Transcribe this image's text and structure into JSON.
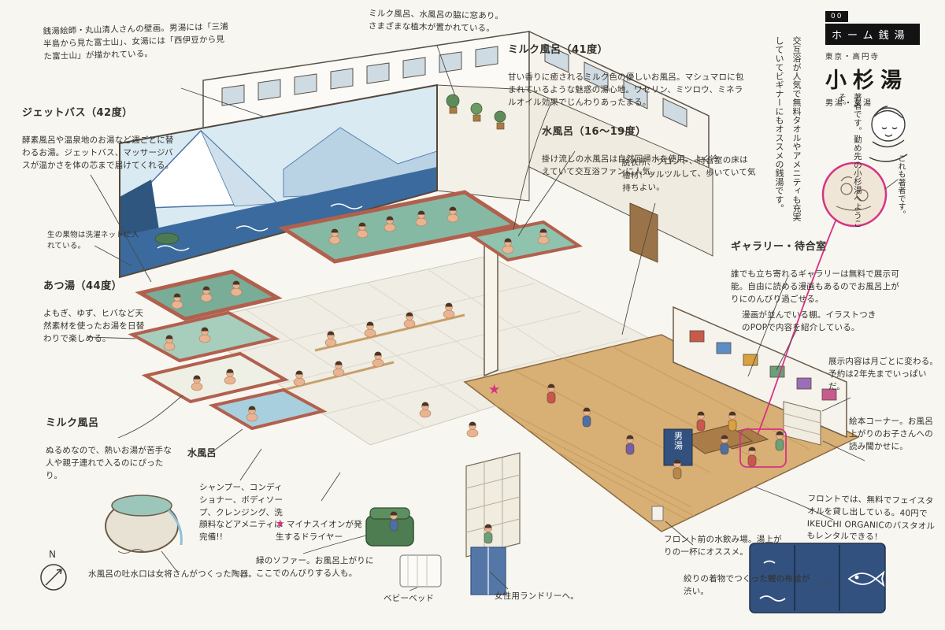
{
  "header": {
    "issue_number": "00",
    "series": "ホーム銭湯",
    "location": "東京・高円寺",
    "title": "小杉湯",
    "subtitle": "男湯・女湯"
  },
  "compass": {
    "label": "N"
  },
  "signs": {
    "bath_entrance": "男湯"
  },
  "stars": {
    "star": "★"
  },
  "colors": {
    "accent_magenta": "#d63384",
    "noren_navy": "#32517e",
    "pool_rim_terracotta": "#b2604e",
    "wood_floor": "#d8af74"
  },
  "annotations": {
    "mural": "銭湯絵師・丸山清人さんの壁画。男湯には「三浦半島から見た富士山」、女湯には「西伊豆から見た富士山」が描かれている。",
    "jet_bath": {
      "title": "ジェットバス（42度）",
      "body": "酵素風呂や温泉地のお湯など週ごとに替わるお湯。ジェットバス、マッサージバスが温かさを体の芯まで届けてくれる。"
    },
    "fruit_net": "生の果物は洗濯ネットに入れている。",
    "atsuyu": {
      "title": "あつ湯（44度）",
      "body": "よもぎ、ゆず、ヒバなど天然素材を使ったお湯を日替わりで楽しめる。"
    },
    "milk_left": {
      "title": "ミルク風呂",
      "body": "ぬるめなので、熱いお湯が苦手な人や親子連れで入るのにぴったり。"
    },
    "cold_label": "水風呂",
    "spout": "水風呂の吐水口は女将さんがつくった陶器。",
    "amenities": "シャンプー、コンディショナー、ボディソープ、クレンジング、洗顔料などアメニティは完備!!",
    "dryer": "マイナスイオンが発生するドライヤー",
    "sofa": "緑のソファー。お風呂上がりにここでのんびりする人も。",
    "baby_bed": "ベビーベッド",
    "laundry": "女性用ランドリーへ。",
    "windows": "ミルク風呂、水風呂の脇に窓あり。さまざまな植木が置かれている。",
    "milk41": {
      "title": "ミルク風呂（41度）",
      "body": "甘い香りに癒されるミルク色の優しいお風呂。マシュマロに包まれているような魅惑の湯心地。ワセリン、ミツロウ、ミネラルオイル効果でじんわりあったまる。"
    },
    "cold_bath": {
      "title": "水風呂（16〜19度）",
      "body": "掛け流しの水風呂は自然回帰水を使用。よく冷えていて交互浴ファンに人気。"
    },
    "dressing": "脱衣所、フロント、待合室の床は檜材！ツルツルして、歩いていて気持ちよい。",
    "recommend": "交互浴が人気で無料タオルやアメニティも充実していてビギナーにもオススメの銭湯です。",
    "author": "著者です。勤め先の小杉湯へようこそ。",
    "author2": "これも著者です。",
    "gallery": {
      "title": "ギャラリー・待合室",
      "body": "誰でも立ち寄れるギャラリーは無料で展示可能。自由に読める漫画もあるのでお風呂上がりにのんびり過ごせる。"
    },
    "manga": "漫画が並んでいる棚。イラストつきのPOPで内容を紹介している。",
    "exhibition": "展示内容は月ごとに変わる。予約は2年先までいっぱいだ。",
    "books": "絵本コーナー。お風呂上がりのお子さんへの読み聞かせに。",
    "towels": "フロントでは、無料でフェイスタオルを貸し出している。40円でIKEUCHI ORGANICのバスタオルもレンタルできる！",
    "fountain": "フロント前の水飲み場。湯上がりの一杯にオススメ。",
    "koi": "絞りの着物でつくった鯉の布絵が渋い。"
  }
}
